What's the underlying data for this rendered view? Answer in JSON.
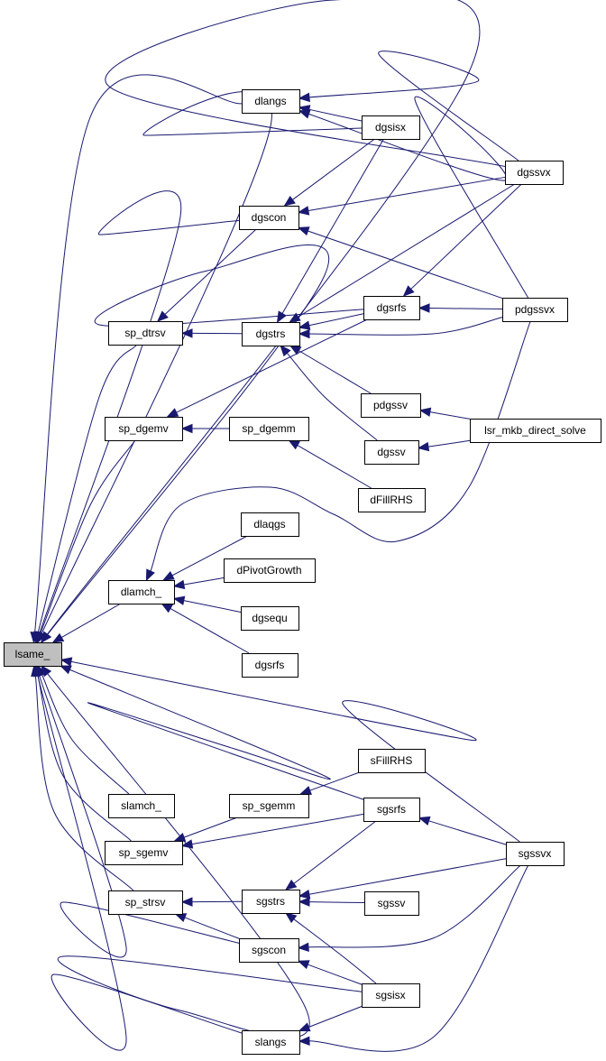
{
  "colors": {
    "edge": "#191970",
    "node_fill": "#ffffff",
    "root_fill": "#bfbfbf",
    "node_border": "#000000"
  },
  "nodes": [
    {
      "id": "lsame",
      "label": "lsame_",
      "root": true
    },
    {
      "id": "dlangs",
      "label": "dlangs"
    },
    {
      "id": "dgsisx",
      "label": "dgsisx"
    },
    {
      "id": "dgssvx",
      "label": "dgssvx"
    },
    {
      "id": "dgscon",
      "label": "dgscon"
    },
    {
      "id": "sp_dtrsv",
      "label": "sp_dtrsv"
    },
    {
      "id": "dgstrs",
      "label": "dgstrs"
    },
    {
      "id": "dgsrfs_top",
      "label": "dgsrfs"
    },
    {
      "id": "pdgssvx",
      "label": "pdgssvx"
    },
    {
      "id": "pdgssv",
      "label": "pdgssv"
    },
    {
      "id": "lsr",
      "label": "lsr_mkb_direct_solve"
    },
    {
      "id": "sp_dgemv",
      "label": "sp_dgemv"
    },
    {
      "id": "sp_dgemm",
      "label": "sp_dgemm"
    },
    {
      "id": "dgssv",
      "label": "dgssv"
    },
    {
      "id": "dFillRHS",
      "label": "dFillRHS"
    },
    {
      "id": "dlaqgs",
      "label": "dlaqgs"
    },
    {
      "id": "dlamch",
      "label": "dlamch_"
    },
    {
      "id": "dPivotGrowth",
      "label": "dPivotGrowth"
    },
    {
      "id": "dgsequ",
      "label": "dgsequ"
    },
    {
      "id": "dgsrfs_mid",
      "label": "dgsrfs"
    },
    {
      "id": "sFillRHS",
      "label": "sFillRHS"
    },
    {
      "id": "slamch",
      "label": "slamch_"
    },
    {
      "id": "sp_sgemm",
      "label": "sp_sgemm"
    },
    {
      "id": "sgsrfs",
      "label": "sgsrfs"
    },
    {
      "id": "sp_sgemv",
      "label": "sp_sgemv"
    },
    {
      "id": "sgssvx",
      "label": "sgssvx"
    },
    {
      "id": "sp_strsv",
      "label": "sp_strsv"
    },
    {
      "id": "sgstrs",
      "label": "sgstrs"
    },
    {
      "id": "sgssv",
      "label": "sgssv"
    },
    {
      "id": "sgscon",
      "label": "sgscon"
    },
    {
      "id": "sgsisx",
      "label": "sgsisx"
    },
    {
      "id": "slangs",
      "label": "slangs"
    }
  ],
  "edges": [
    {
      "from": "dlangs",
      "to": "lsame"
    },
    {
      "from": "dgsisx",
      "to": "lsame"
    },
    {
      "from": "dgssvx",
      "to": "lsame"
    },
    {
      "from": "dgscon",
      "to": "lsame"
    },
    {
      "from": "dgsrfs_top",
      "to": "lsame"
    },
    {
      "from": "sp_dtrsv",
      "to": "lsame"
    },
    {
      "from": "sp_dgemv",
      "to": "lsame"
    },
    {
      "from": "dlamch",
      "to": "lsame"
    },
    {
      "from": "sgssvx",
      "to": "lsame"
    },
    {
      "from": "sgsrfs",
      "to": "lsame"
    },
    {
      "from": "slamch",
      "to": "lsame"
    },
    {
      "from": "sp_sgemv",
      "to": "lsame"
    },
    {
      "from": "sp_strsv",
      "to": "lsame"
    },
    {
      "from": "sgscon",
      "to": "lsame"
    },
    {
      "from": "sgsisx",
      "to": "lsame"
    },
    {
      "from": "slangs",
      "to": "lsame"
    },
    {
      "from": "dgssvx",
      "to": "dlangs"
    },
    {
      "from": "dgsisx",
      "to": "dlangs"
    },
    {
      "from": "pdgssvx",
      "to": "dlangs"
    },
    {
      "from": "dgsisx",
      "to": "dgscon"
    },
    {
      "from": "dgssvx",
      "to": "dgscon"
    },
    {
      "from": "pdgssvx",
      "to": "dgscon"
    },
    {
      "from": "dgscon",
      "to": "sp_dtrsv"
    },
    {
      "from": "dgstrs",
      "to": "sp_dtrsv"
    },
    {
      "from": "dgsisx",
      "to": "dgstrs"
    },
    {
      "from": "dgssvx",
      "to": "dgstrs"
    },
    {
      "from": "dgsrfs_top",
      "to": "dgstrs"
    },
    {
      "from": "pdgssvx",
      "to": "dgstrs"
    },
    {
      "from": "pdgssv",
      "to": "dgstrs"
    },
    {
      "from": "dgssv",
      "to": "dgstrs"
    },
    {
      "from": "dgssvx",
      "to": "dgsrfs_top"
    },
    {
      "from": "pdgssvx",
      "to": "dgsrfs_top"
    },
    {
      "from": "lsr",
      "to": "pdgssv"
    },
    {
      "from": "lsr",
      "to": "dgssv"
    },
    {
      "from": "dgsrfs_top",
      "to": "sp_dgemv"
    },
    {
      "from": "sp_dgemm",
      "to": "sp_dgemv"
    },
    {
      "from": "dFillRHS",
      "to": "sp_dgemm"
    },
    {
      "from": "pdgssvx",
      "to": "dlamch"
    },
    {
      "from": "dlaqgs",
      "to": "dlamch"
    },
    {
      "from": "dPivotGrowth",
      "to": "dlamch"
    },
    {
      "from": "dgsequ",
      "to": "dlamch"
    },
    {
      "from": "dgsrfs_mid",
      "to": "dlamch"
    },
    {
      "from": "sFillRHS",
      "to": "sp_sgemm"
    },
    {
      "from": "sp_sgemm",
      "to": "sp_sgemv"
    },
    {
      "from": "sgsrfs",
      "to": "sp_sgemv"
    },
    {
      "from": "sgssvx",
      "to": "sgsrfs"
    },
    {
      "from": "sgsrfs",
      "to": "sgstrs"
    },
    {
      "from": "sgssvx",
      "to": "sgstrs"
    },
    {
      "from": "sgssv",
      "to": "sgstrs"
    },
    {
      "from": "sgsisx",
      "to": "sgstrs"
    },
    {
      "from": "sgstrs",
      "to": "sp_strsv"
    },
    {
      "from": "sgscon",
      "to": "sp_strsv"
    },
    {
      "from": "sgssvx",
      "to": "sgscon"
    },
    {
      "from": "sgsisx",
      "to": "sgscon"
    },
    {
      "from": "sgsisx",
      "to": "slangs"
    },
    {
      "from": "sgssvx",
      "to": "slangs"
    }
  ]
}
